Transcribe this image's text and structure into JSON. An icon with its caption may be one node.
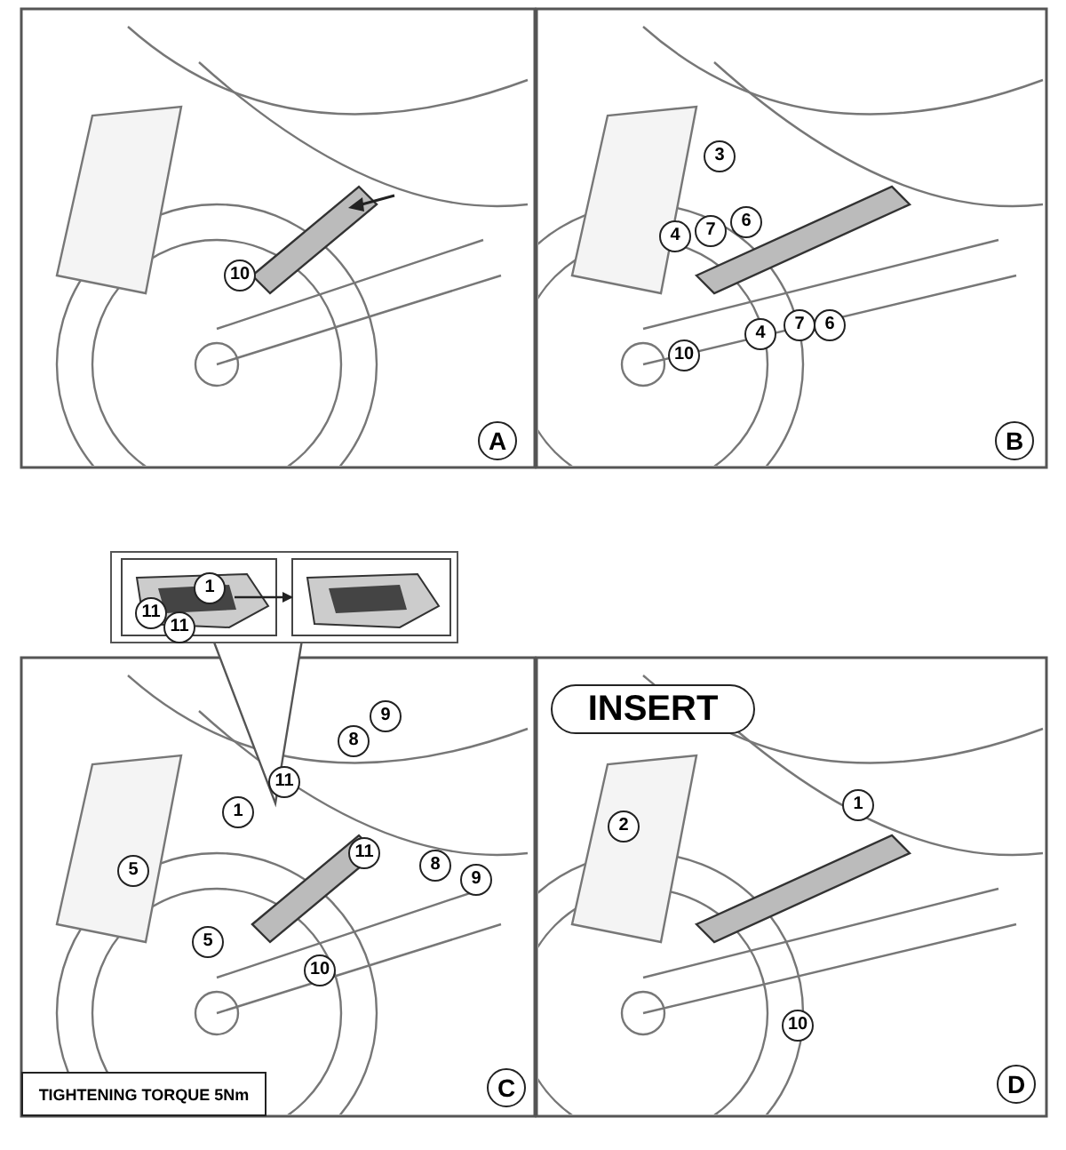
{
  "diagram": {
    "nodes": [
      {
        "text": [
          "INSERT"
        ]
      },
      {
        "text": [
          "TIGHTENING TORQUE 5Nm"
        ]
      },
      {
        "text": [],
        "shape": "picture"
      },
      {
        "text": [],
        "shape": "picture"
      }
    ],
    "edges": [
      {
        "from": 2,
        "to": 3,
        "arrow": "to"
      }
    ],
    "labels": [
      "10",
      "A",
      "3",
      "4",
      "7",
      "6",
      "4",
      "7",
      "6",
      "10",
      "B",
      "1",
      "11",
      "11",
      "9",
      "8",
      "11",
      "1",
      "11",
      "8",
      "9",
      "5",
      "5",
      "10",
      "C",
      "1",
      "2",
      "10",
      "D"
    ]
  }
}
